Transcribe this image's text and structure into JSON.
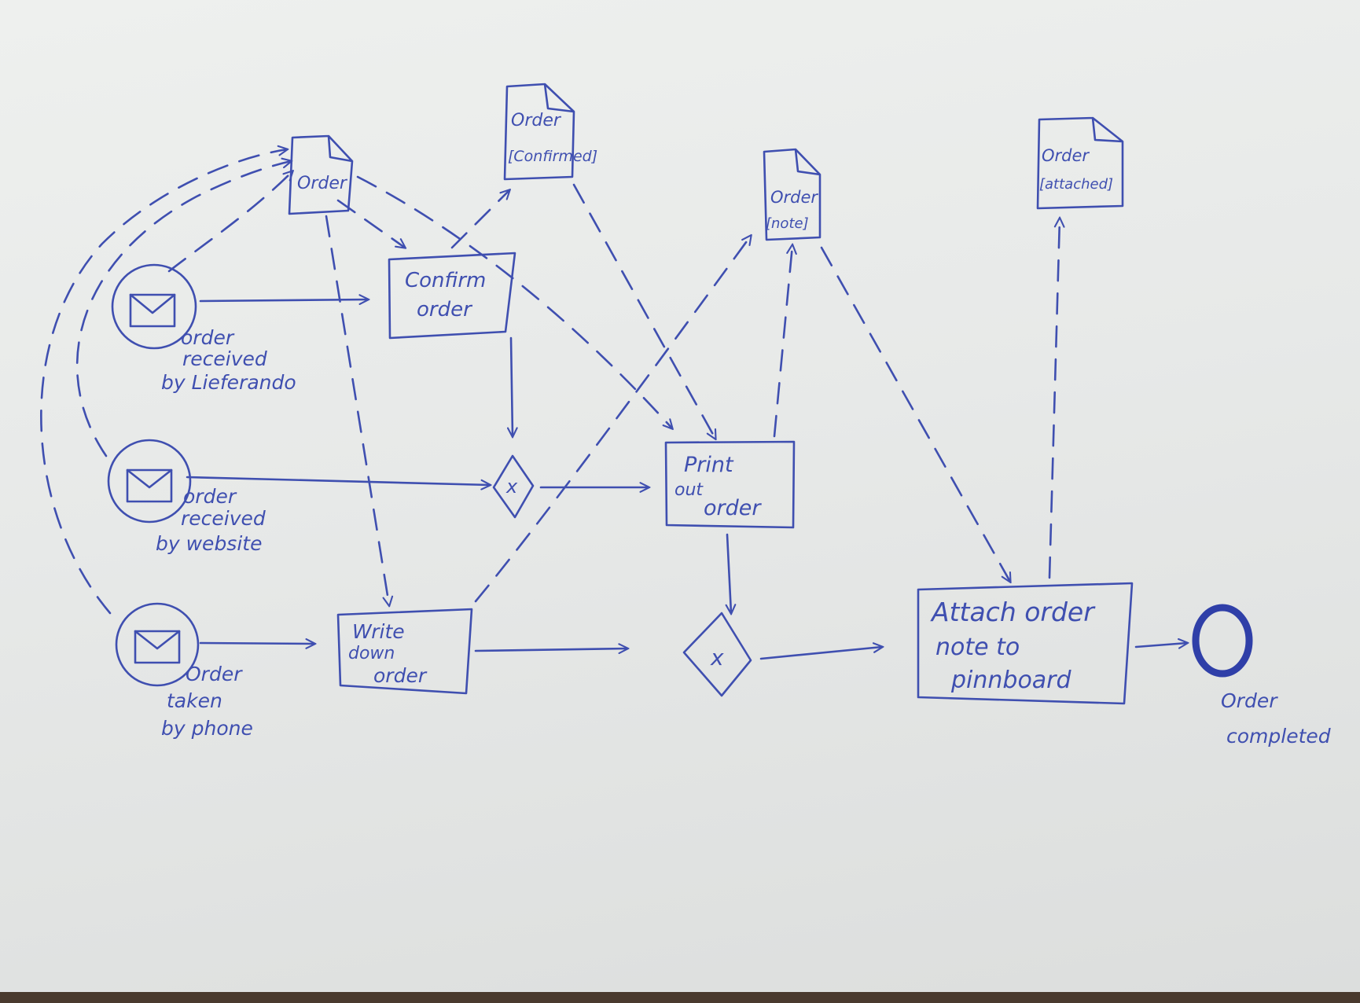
{
  "events": {
    "liefer": {
      "l1": "order",
      "l2": "received",
      "l3": "by Lieferando"
    },
    "web": {
      "l1": "order",
      "l2": "received",
      "l3": "by website"
    },
    "phone": {
      "l1": "Order",
      "l2": "taken",
      "l3": "by phone"
    }
  },
  "tasks": {
    "confirm": {
      "l1": "Confirm",
      "l2": "order"
    },
    "print": {
      "l1": "Print",
      "l2": "out",
      "l3": "order"
    },
    "write": {
      "l1": "Write",
      "l2": "down",
      "l3": "order"
    },
    "attach": {
      "l1": "Attach order",
      "l2": "note to",
      "l3": "pinnboard"
    }
  },
  "gateways": {
    "gw1": {
      "symbol": "x"
    },
    "gw2": {
      "symbol": "x"
    }
  },
  "documents": {
    "order": {
      "l1": "Order",
      "l2": ""
    },
    "confirmed": {
      "l1": "Order",
      "l2": "[Confirmed]"
    },
    "note": {
      "l1": "Order",
      "l2": "[note]"
    },
    "attached": {
      "l1": "Order",
      "l2": "[attached]"
    }
  },
  "end_event": {
    "l1": "Order",
    "l2": "completed"
  },
  "colors": {
    "ink": "#3f4fb0",
    "paper": "#e9ebea"
  }
}
